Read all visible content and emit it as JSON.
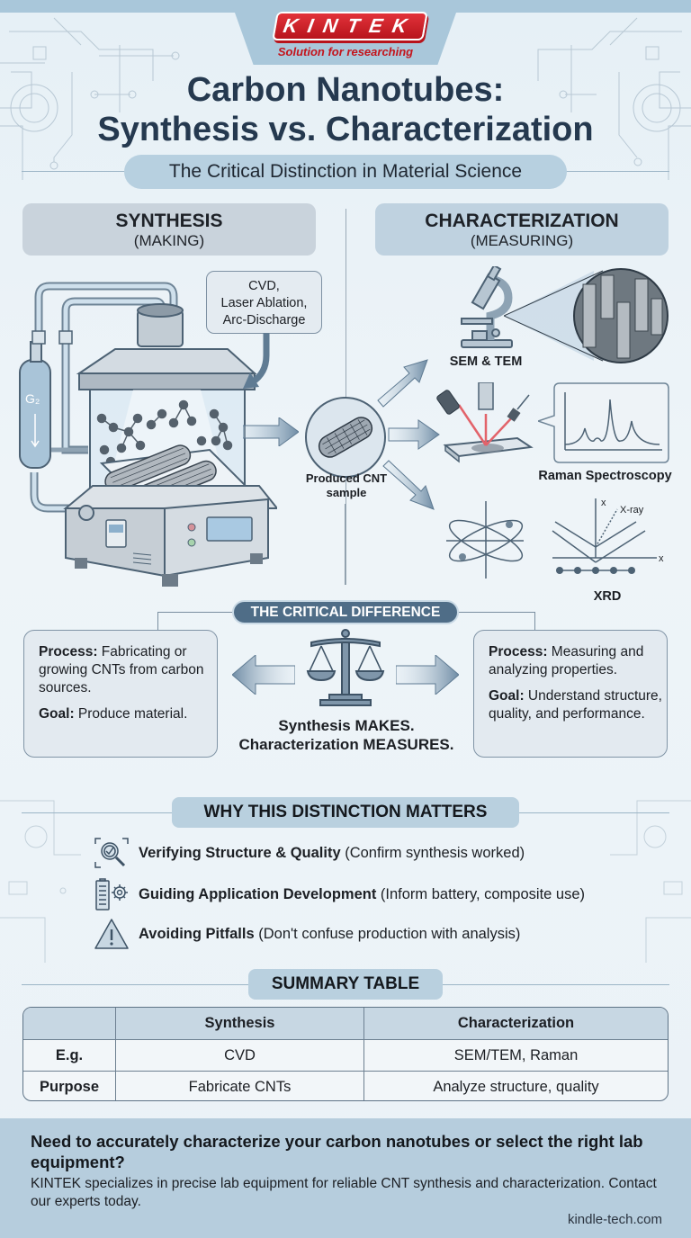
{
  "brand": {
    "logo_text": "KINTEK",
    "tagline": "Solution for researching",
    "logo_color": "#c4141c"
  },
  "header": {
    "title_line1": "Carbon Nanotubes:",
    "title_line2": "Synthesis vs. Characterization",
    "subtitle": "The Critical Distinction in Material Science"
  },
  "synthesis": {
    "heading": "SYNTHESIS",
    "subheading": "(MAKING)",
    "methods_callout": [
      "CVD,",
      "Laser Ablation,",
      "Arc-Discharge"
    ],
    "gas_label": "G₂",
    "sample_label_line1": "Produced CNT",
    "sample_label_line2": "sample"
  },
  "characterization": {
    "heading": "CHARACTERIZATION",
    "subheading": "(MEASURING)",
    "techniques": [
      {
        "label": "SEM & TEM",
        "icon": "microscope-icon"
      },
      {
        "label": "Raman Spectroscopy",
        "icon": "laser-spectrometer-icon"
      },
      {
        "label": "XRD",
        "icon": "xray-diffraction-icon"
      }
    ],
    "xrd_axis_x": "x",
    "xrd_axis_y": "x",
    "xrd_ray_label": "X-ray"
  },
  "critical_difference": {
    "title": "THE CRITICAL DIFFERENCE",
    "left": {
      "process_label": "Process:",
      "process_text": " Fabricating or growing CNTs from carbon sources.",
      "goal_label": "Goal:",
      "goal_text": " Produce material."
    },
    "right": {
      "process_label": "Process:",
      "process_text": " Measuring and analyzing properties.",
      "goal_label": "Goal:",
      "goal_text": " Understand structure, quality, and performance."
    },
    "tagline_line1": "Synthesis MAKES.",
    "tagline_line2": "Characterization MEASURES."
  },
  "why": {
    "title": "WHY THIS DISTINCTION MATTERS",
    "items": [
      {
        "bold": "Verifying Structure & Quality",
        "rest": " (Confirm synthesis worked)",
        "icon": "magnifier-check-icon"
      },
      {
        "bold": "Guiding Application Development",
        "rest": " (Inform battery, composite use)",
        "icon": "battery-gear-icon"
      },
      {
        "bold": "Avoiding Pitfalls",
        "rest": " (Don't confuse production with analysis)",
        "icon": "warning-icon"
      }
    ]
  },
  "summary": {
    "title": "SUMMARY TABLE",
    "columns": [
      "",
      "Synthesis",
      "Characterization"
    ],
    "rows": [
      [
        "E.g.",
        "CVD",
        "SEM/TEM, Raman"
      ],
      [
        "Purpose",
        "Fabricate CNTs",
        "Analyze structure, quality"
      ]
    ]
  },
  "footer": {
    "question": "Need to accurately characterize your carbon nanotubes or select the right lab equipment?",
    "description": "KINTEK specializes in precise lab equipment for reliable CNT synthesis and characterization. Contact our experts today.",
    "url": "kindle-tech.com"
  },
  "colors": {
    "title": "#25394f",
    "accent_pill": "#b7d0e0",
    "critical_pill": "#4f6d87",
    "footer_bg": "#b6cddd"
  }
}
